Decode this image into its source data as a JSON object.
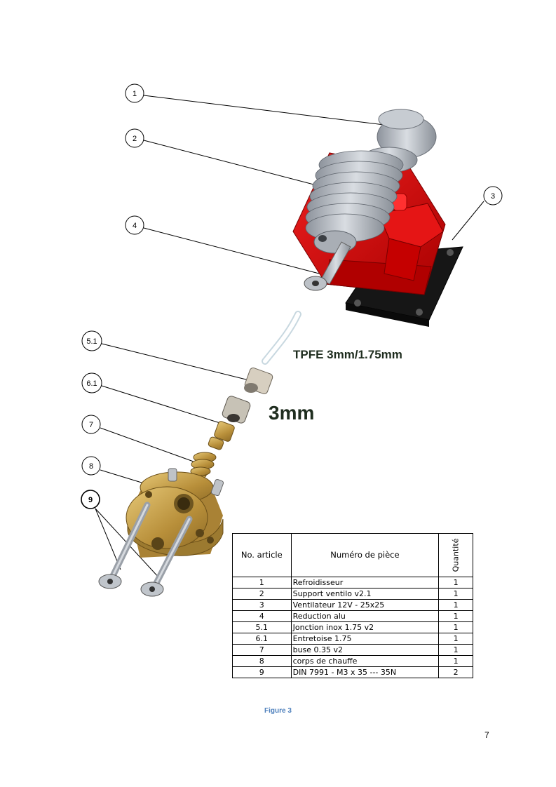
{
  "balloons": [
    "1",
    "2",
    "3",
    "4",
    "5.1",
    "6.1",
    "7",
    "8",
    "9"
  ],
  "callouts": {
    "tube_label": "TPFE 3mm/1.75mm",
    "diameter_label": "3mm"
  },
  "bom": {
    "headers": {
      "item_no": "No. article",
      "part_no": "Numéro de pièce",
      "qty": "Quantité"
    },
    "rows": [
      {
        "item": "1",
        "part": "Refroidisseur",
        "qty": "1"
      },
      {
        "item": "2",
        "part": "Support ventilo v2.1",
        "qty": "1"
      },
      {
        "item": "3",
        "part": "Ventilateur 12V - 25x25",
        "qty": "1"
      },
      {
        "item": "4",
        "part": "Reduction alu",
        "qty": "1"
      },
      {
        "item": "5.1",
        "part": "Jonction inox 1.75 v2",
        "qty": "1"
      },
      {
        "item": "6.1",
        "part": "Entretoise 1.75",
        "qty": "1"
      },
      {
        "item": "7",
        "part": "buse 0.35 v2",
        "qty": "1"
      },
      {
        "item": "8",
        "part": "corps de chauffe",
        "qty": "1"
      },
      {
        "item": "9",
        "part": "DIN 7991 - M3 x 35 --- 35N",
        "qty": "2"
      }
    ]
  },
  "caption": "Figure 3",
  "page_number": "7",
  "colors": {
    "support_red": "#d40000",
    "fan_black": "#1a1a1a",
    "metal_grey": "#b7bcc4",
    "brass": "#c9a24a",
    "caption_blue": "#4f81bd"
  }
}
